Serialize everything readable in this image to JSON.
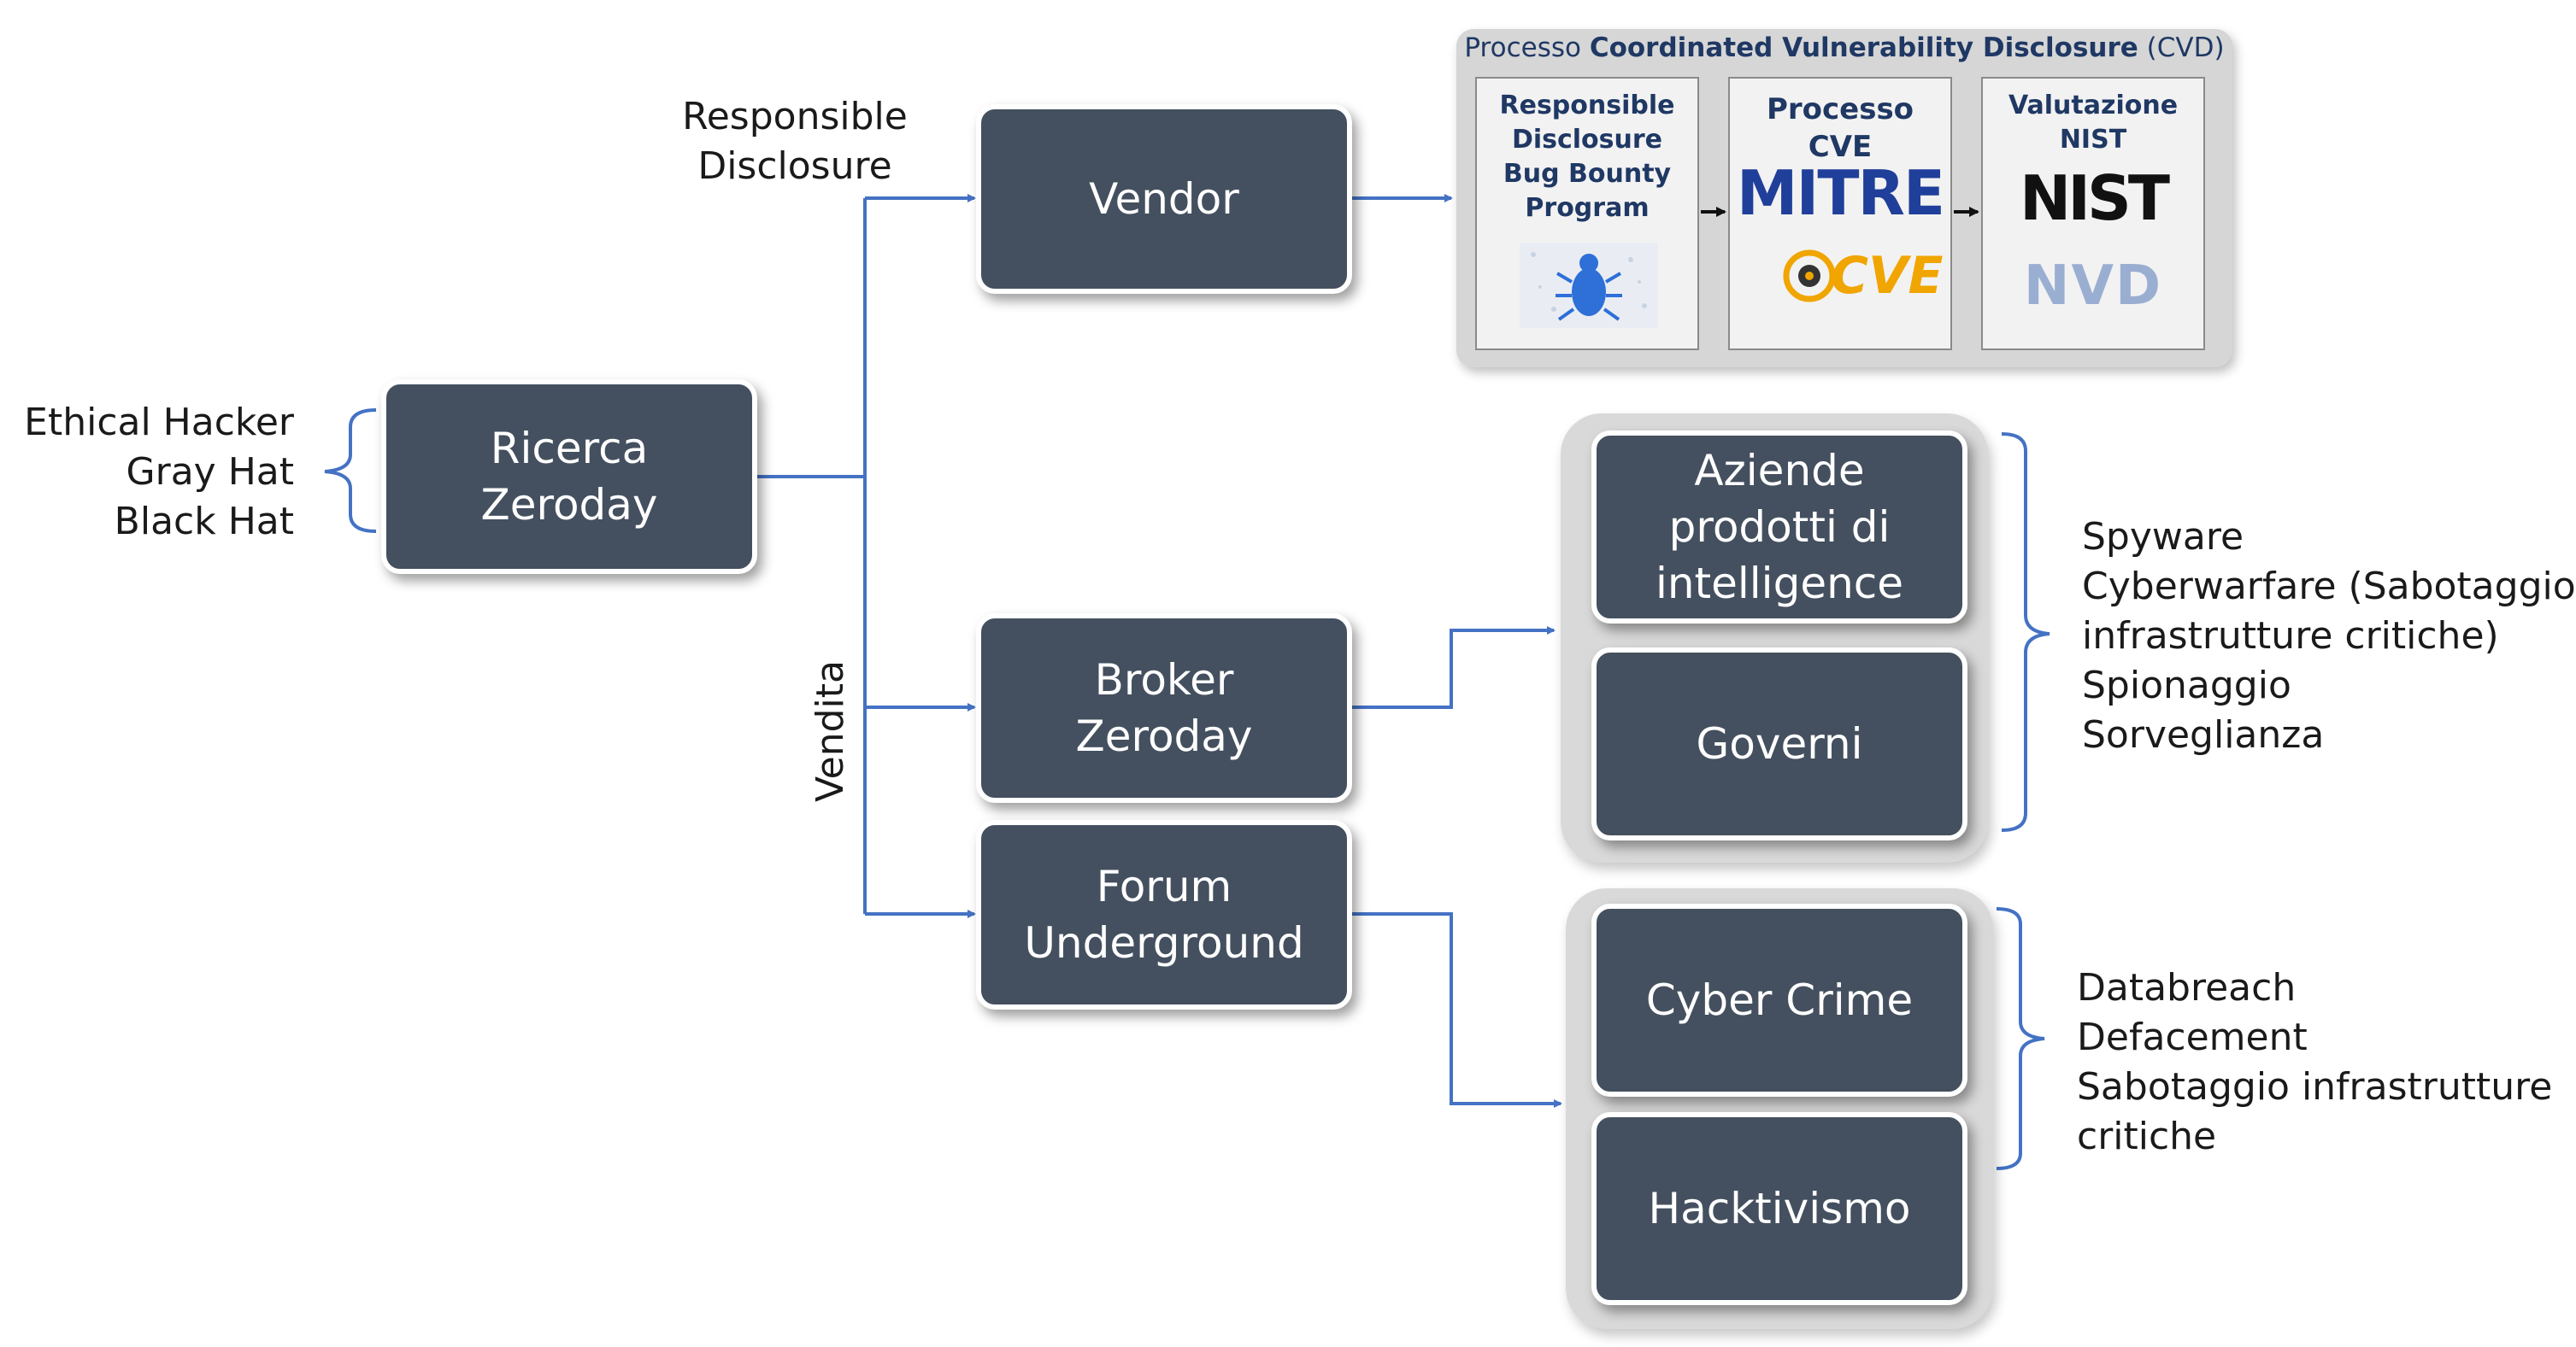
{
  "nodes": {
    "ricerca": [
      "Ricerca",
      "Zeroday"
    ],
    "vendor": [
      "Vendor"
    ],
    "broker": [
      "Broker",
      "Zeroday"
    ],
    "forum": [
      "Forum",
      "Underground"
    ],
    "aziende": [
      "Aziende",
      "prodotti di",
      "intelligence"
    ],
    "governi": [
      "Governi"
    ],
    "cybercrime": [
      "Cyber Crime"
    ],
    "hacktivismo": [
      "Hacktivismo"
    ]
  },
  "actors": [
    "Ethical Hacker",
    "Gray Hat",
    "Black Hat"
  ],
  "edge_labels": {
    "responsible": [
      "Responsible",
      "Disclosure"
    ],
    "vendita": "Vendita"
  },
  "cvd": {
    "title_prefix": "Processo ",
    "title_bold": "Coordinated Vulnerability Disclosure",
    "title_suffix": " (CVD)",
    "box1": [
      "Responsible",
      "Disclosure",
      "Bug Bounty",
      "Program"
    ],
    "box2": [
      "Processo CVE"
    ],
    "box3": [
      "Valutazione",
      "NIST"
    ],
    "logo_mitre": "MITRE",
    "logo_cve": "CVE",
    "logo_nist": "NIST",
    "logo_nvd": "NVD"
  },
  "outcomes_state": [
    "Spyware",
    "Cyberwarfare (Sabotaggio",
    "infrastrutture critiche)",
    "Spionaggio",
    "Sorveglianza"
  ],
  "outcomes_crime": [
    "Databreach",
    "Defacement",
    "Sabotaggio infrastrutture",
    "critiche"
  ],
  "colors": {
    "node_fill": "#44505f",
    "connector": "#4472c4",
    "group_fill": "#d9d9d9",
    "cvd_navy": "#1f3864",
    "bug_blue": "#2e6fd8",
    "cve_orange": "#f0a500"
  }
}
